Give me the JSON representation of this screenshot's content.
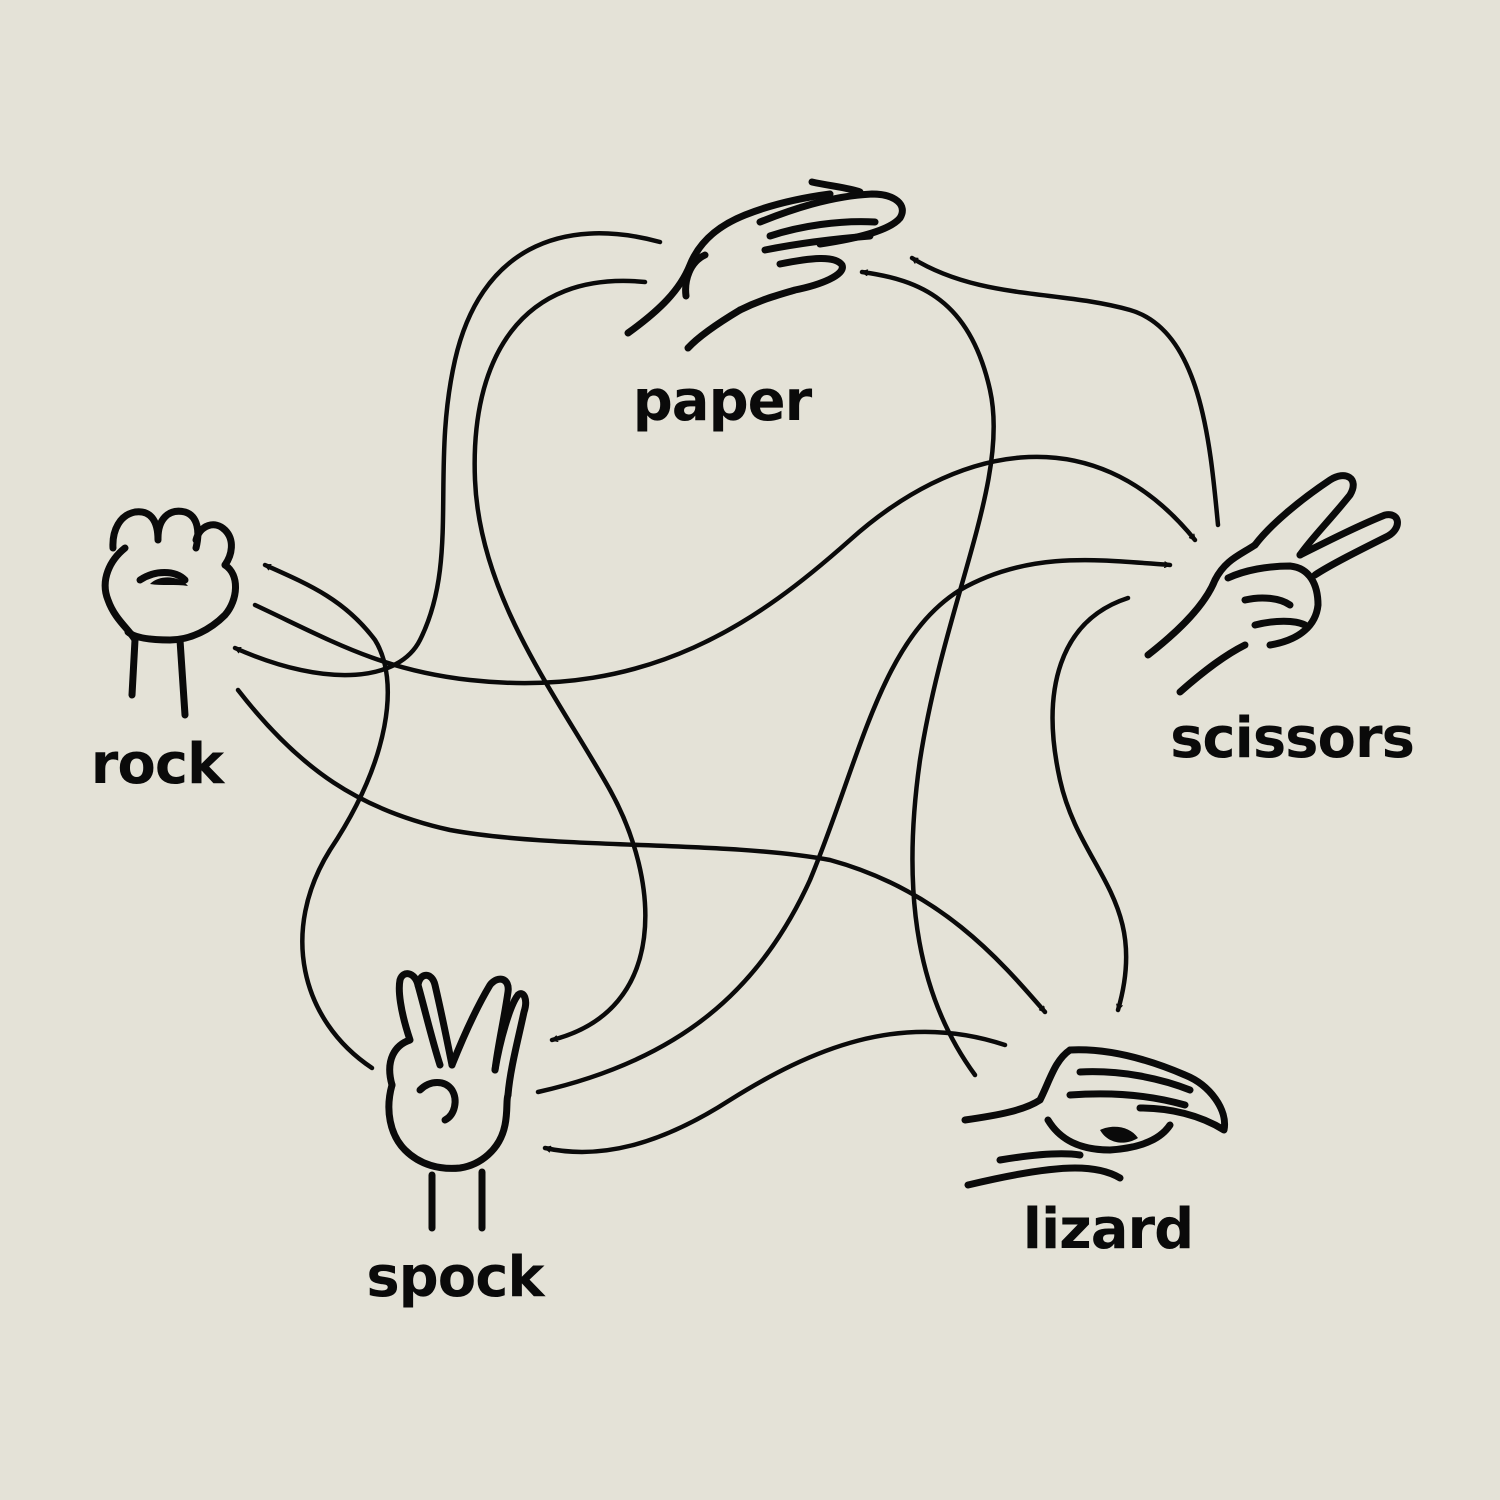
{
  "labels": {
    "paper": "paper",
    "scissors": "scissors",
    "rock": "rock",
    "lizard": "lizard",
    "spock": "spock"
  },
  "colors": {
    "background": "#e4e2d7",
    "ink": "#0a0a0a"
  },
  "icons": [
    "paper-hand-icon",
    "scissors-hand-icon",
    "rock-fist-icon",
    "lizard-hand-icon",
    "spock-hand-icon"
  ]
}
